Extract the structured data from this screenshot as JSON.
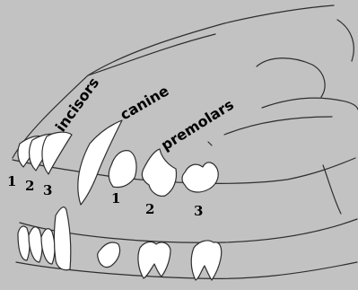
{
  "diagram": {
    "labels": {
      "incisors": "incisors",
      "canine": "canine",
      "premolars": "premolars"
    },
    "incisor_numbers": [
      "1",
      "2",
      "3"
    ],
    "premolar_numbers": [
      "1",
      "2",
      "3"
    ]
  }
}
